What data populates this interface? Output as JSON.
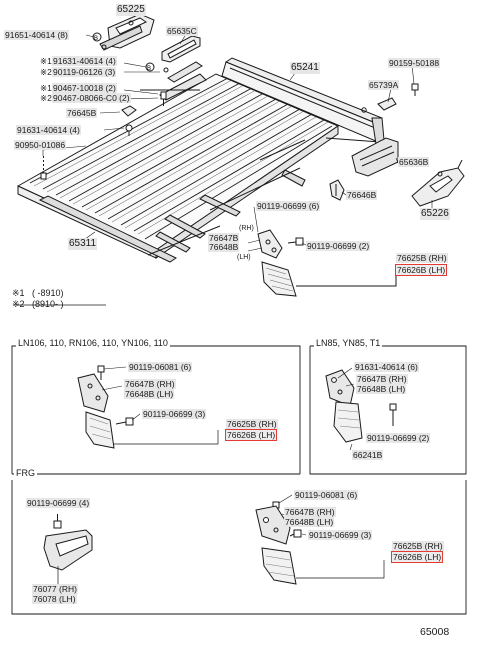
{
  "diagram_id": "65008",
  "accent_color": "#e53935",
  "footnotes": [
    {
      "mark": "※1",
      "range": "(      -8910)"
    },
    {
      "mark": "※2",
      "range": "(8910-      )"
    }
  ],
  "sections": {
    "lower_left": "LN106, 110, RN106, 110, YN106, 110",
    "lower_right": "LN85, YN85, T1",
    "bottom": "FRG"
  },
  "top": {
    "labels": [
      {
        "id": "t1",
        "text": "65225"
      },
      {
        "id": "t2",
        "text": "91651-40614 (8)"
      },
      {
        "id": "t3",
        "text": "65635C"
      },
      {
        "id": "t4",
        "text": "91631-40614 (4)"
      },
      {
        "id": "t5",
        "text": "90119-06126 (3)"
      },
      {
        "id": "t6",
        "text": "65241"
      },
      {
        "id": "t7",
        "text": "90159-50188"
      },
      {
        "id": "t8",
        "text": "65739A"
      },
      {
        "id": "t9",
        "text": "90467-10018 (2)"
      },
      {
        "id": "t10",
        "text": "90467-08066-C0 (2)"
      },
      {
        "id": "t11",
        "text": "76645B"
      },
      {
        "id": "t12",
        "text": "91631-40614 (4)"
      },
      {
        "id": "t13",
        "text": "90950-01086"
      },
      {
        "id": "t14",
        "text": "65636B"
      },
      {
        "id": "t15",
        "text": "76646B"
      },
      {
        "id": "t16",
        "text": "65226"
      },
      {
        "id": "t17",
        "text": "90119-06699 (6)"
      },
      {
        "id": "t18",
        "text": "76647B"
      },
      {
        "id": "t19",
        "text": "76648B"
      },
      {
        "id": "t20",
        "text": "(RH)"
      },
      {
        "id": "t21",
        "text": "(LH)"
      },
      {
        "id": "t22",
        "text": "90119-06699 (2)"
      },
      {
        "id": "t23",
        "text": "76625B (RH)"
      },
      {
        "id": "t24",
        "text": "76626B (LH)"
      },
      {
        "id": "t25",
        "text": "65311"
      }
    ],
    "marks": {
      "m1": "※1",
      "m2": "※2",
      "m3": "※1",
      "m4": "※2"
    }
  },
  "lower_left": {
    "labels": [
      {
        "id": "l1",
        "text": "90119-06081 (6)"
      },
      {
        "id": "l2",
        "text": "76647B (RH)"
      },
      {
        "id": "l3",
        "text": "76648B (LH)"
      },
      {
        "id": "l4",
        "text": "90119-06699 (3)"
      },
      {
        "id": "l5",
        "text": "76625B (RH)"
      },
      {
        "id": "l6",
        "text": "76626B (LH)"
      }
    ]
  },
  "lower_right": {
    "labels": [
      {
        "id": "r1",
        "text": "91631-40614 (6)"
      },
      {
        "id": "r2",
        "text": "76647B (RH)"
      },
      {
        "id": "r3",
        "text": "76648B (LH)"
      },
      {
        "id": "r4",
        "text": "90119-06699 (2)"
      },
      {
        "id": "r5",
        "text": "66241B"
      }
    ]
  },
  "bottom": {
    "labels": [
      {
        "id": "b1",
        "text": "90119-06699 (4)"
      },
      {
        "id": "b2",
        "text": "90119-06081 (6)"
      },
      {
        "id": "b3",
        "text": "76647B (RH)"
      },
      {
        "id": "b4",
        "text": "76648B (LH)"
      },
      {
        "id": "b5",
        "text": "90119-06699 (3)"
      },
      {
        "id": "b6",
        "text": "76625B (RH)"
      },
      {
        "id": "b7",
        "text": "76626B (LH)"
      },
      {
        "id": "b8",
        "text": "76077 (RH)"
      },
      {
        "id": "b9",
        "text": "76078 (LH)"
      }
    ]
  }
}
